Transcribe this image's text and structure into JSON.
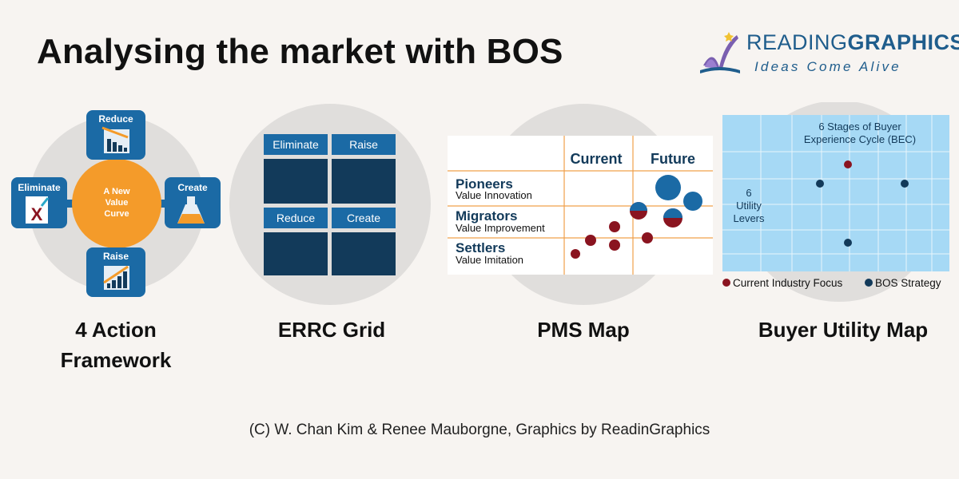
{
  "title": "Analysing the market with BOS",
  "logo": {
    "name_light": "READING",
    "name_bold": "GRAPHICS",
    "tagline": "Ideas Come Alive"
  },
  "panels": {
    "action_framework": {
      "caption_line1": "4 Action",
      "caption_line2": "Framework",
      "center": [
        "A New",
        "Value",
        "Curve"
      ],
      "reduce": "Reduce",
      "eliminate": "Eliminate",
      "create": "Create",
      "raise": "Raise"
    },
    "errc_grid": {
      "caption": "ERRC Grid",
      "eliminate": "Eliminate",
      "raise": "Raise",
      "reduce": "Reduce",
      "create": "Create"
    },
    "pms_map": {
      "caption": "PMS Map",
      "current": "Current",
      "future": "Future",
      "rows": [
        {
          "name": "Pioneers",
          "sub": "Value Innovation"
        },
        {
          "name": "Migrators",
          "sub": "Value Improvement"
        },
        {
          "name": "Settlers",
          "sub": "Value Imitation"
        }
      ]
    },
    "buyer_utility_map": {
      "caption": "Buyer Utility Map",
      "top_label_line1": "6 Stages of Buyer",
      "top_label_line2": "Experience Cycle (BEC)",
      "side_label": [
        "6",
        "Utility",
        "Levers"
      ],
      "legend_current": "Current Industry Focus",
      "legend_bos": "BOS Strategy"
    }
  },
  "colors": {
    "navy": "#123a5a",
    "blue": "#1b6aa5",
    "orange": "#f49b2a",
    "maroon": "#8a1420",
    "light_blue": "#a6d9f5"
  },
  "credit": "(C) W. Chan Kim & Renee Mauborgne, Graphics by ReadinGraphics"
}
